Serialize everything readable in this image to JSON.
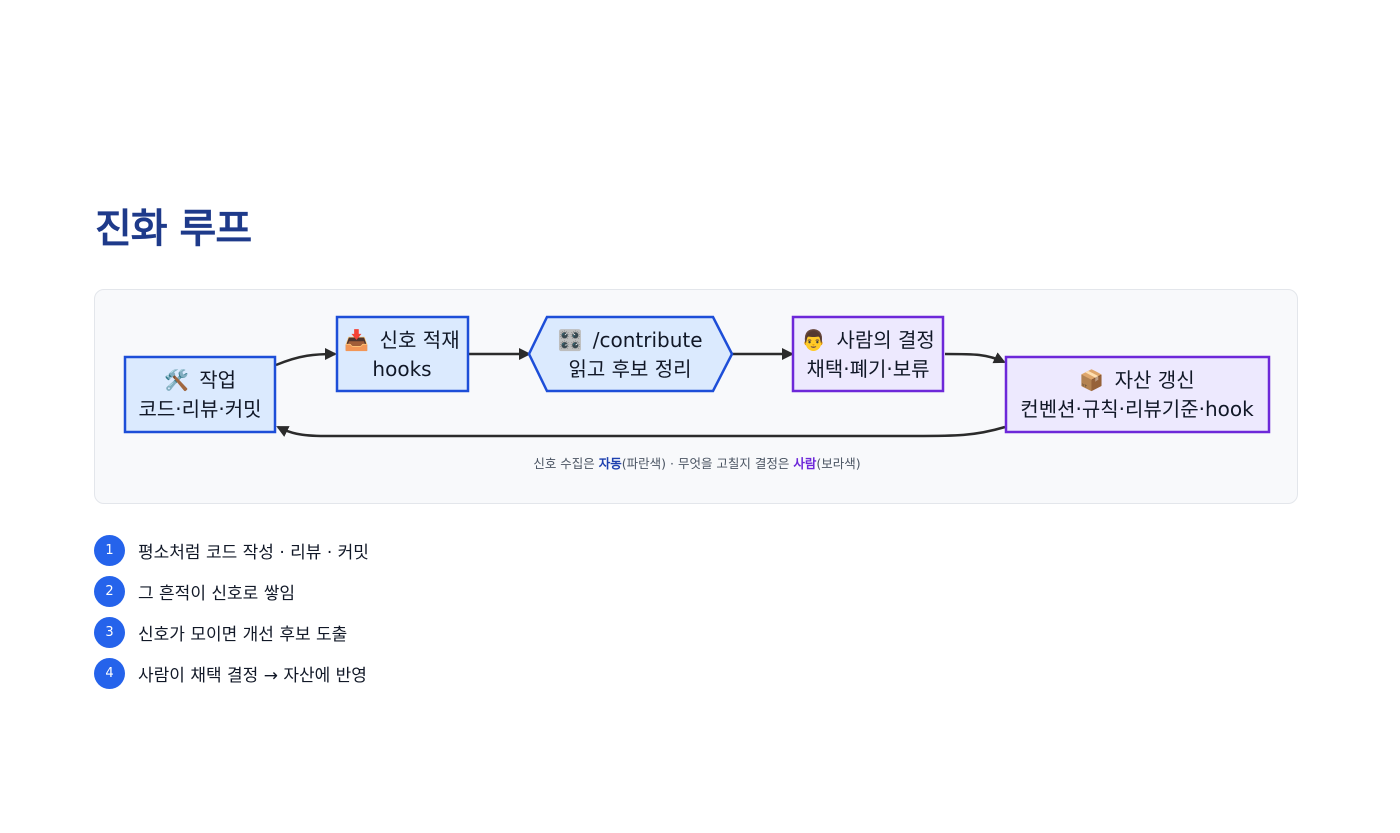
{
  "title": "진화 루프",
  "colors": {
    "title": "#1e3a8a",
    "auto_fill": "#dbeafe",
    "auto_stroke": "#1d4ed8",
    "human_fill": "#ede9fe",
    "human_stroke": "#6d28d9",
    "step_badge": "#2563eb"
  },
  "diagram": {
    "nodes": [
      {
        "id": "work",
        "icon": "🛠️",
        "line1": "작업",
        "line2": "코드·리뷰·커밋",
        "kind": "auto"
      },
      {
        "id": "signal",
        "icon": "📥",
        "line1": "신호 적재",
        "line2": "hooks",
        "kind": "auto"
      },
      {
        "id": "contribute",
        "icon": "🎛️",
        "line1": "/contribute",
        "line2": "읽고 후보 정리",
        "kind": "auto"
      },
      {
        "id": "decision",
        "icon": "👨",
        "line1": "사람의 결정",
        "line2": "채택·폐기·보류",
        "kind": "human"
      },
      {
        "id": "asset",
        "icon": "📦",
        "line1": "자산 갱신",
        "line2": "컨벤션·규칙·리뷰기준·hook",
        "kind": "human"
      }
    ],
    "edges": [
      {
        "from": "work",
        "to": "signal"
      },
      {
        "from": "signal",
        "to": "contribute"
      },
      {
        "from": "contribute",
        "to": "decision"
      },
      {
        "from": "decision",
        "to": "asset"
      },
      {
        "from": "asset",
        "to": "work"
      }
    ],
    "caption": {
      "part1": "신호 수집은 ",
      "auto_word": "자동",
      "part2": "(파란색) · 무엇을 고칠지 결정은 ",
      "human_word": "사람",
      "part3": "(보라색)"
    }
  },
  "steps": [
    {
      "num": "1",
      "text": "평소처럼 코드 작성 · 리뷰 · 커밋"
    },
    {
      "num": "2",
      "text": "그 흔적이 신호로 쌓임"
    },
    {
      "num": "3",
      "text": "신호가 모이면 개선 후보 도출"
    },
    {
      "num": "4",
      "text": "사람이 채택 결정 → 자산에 반영"
    }
  ]
}
